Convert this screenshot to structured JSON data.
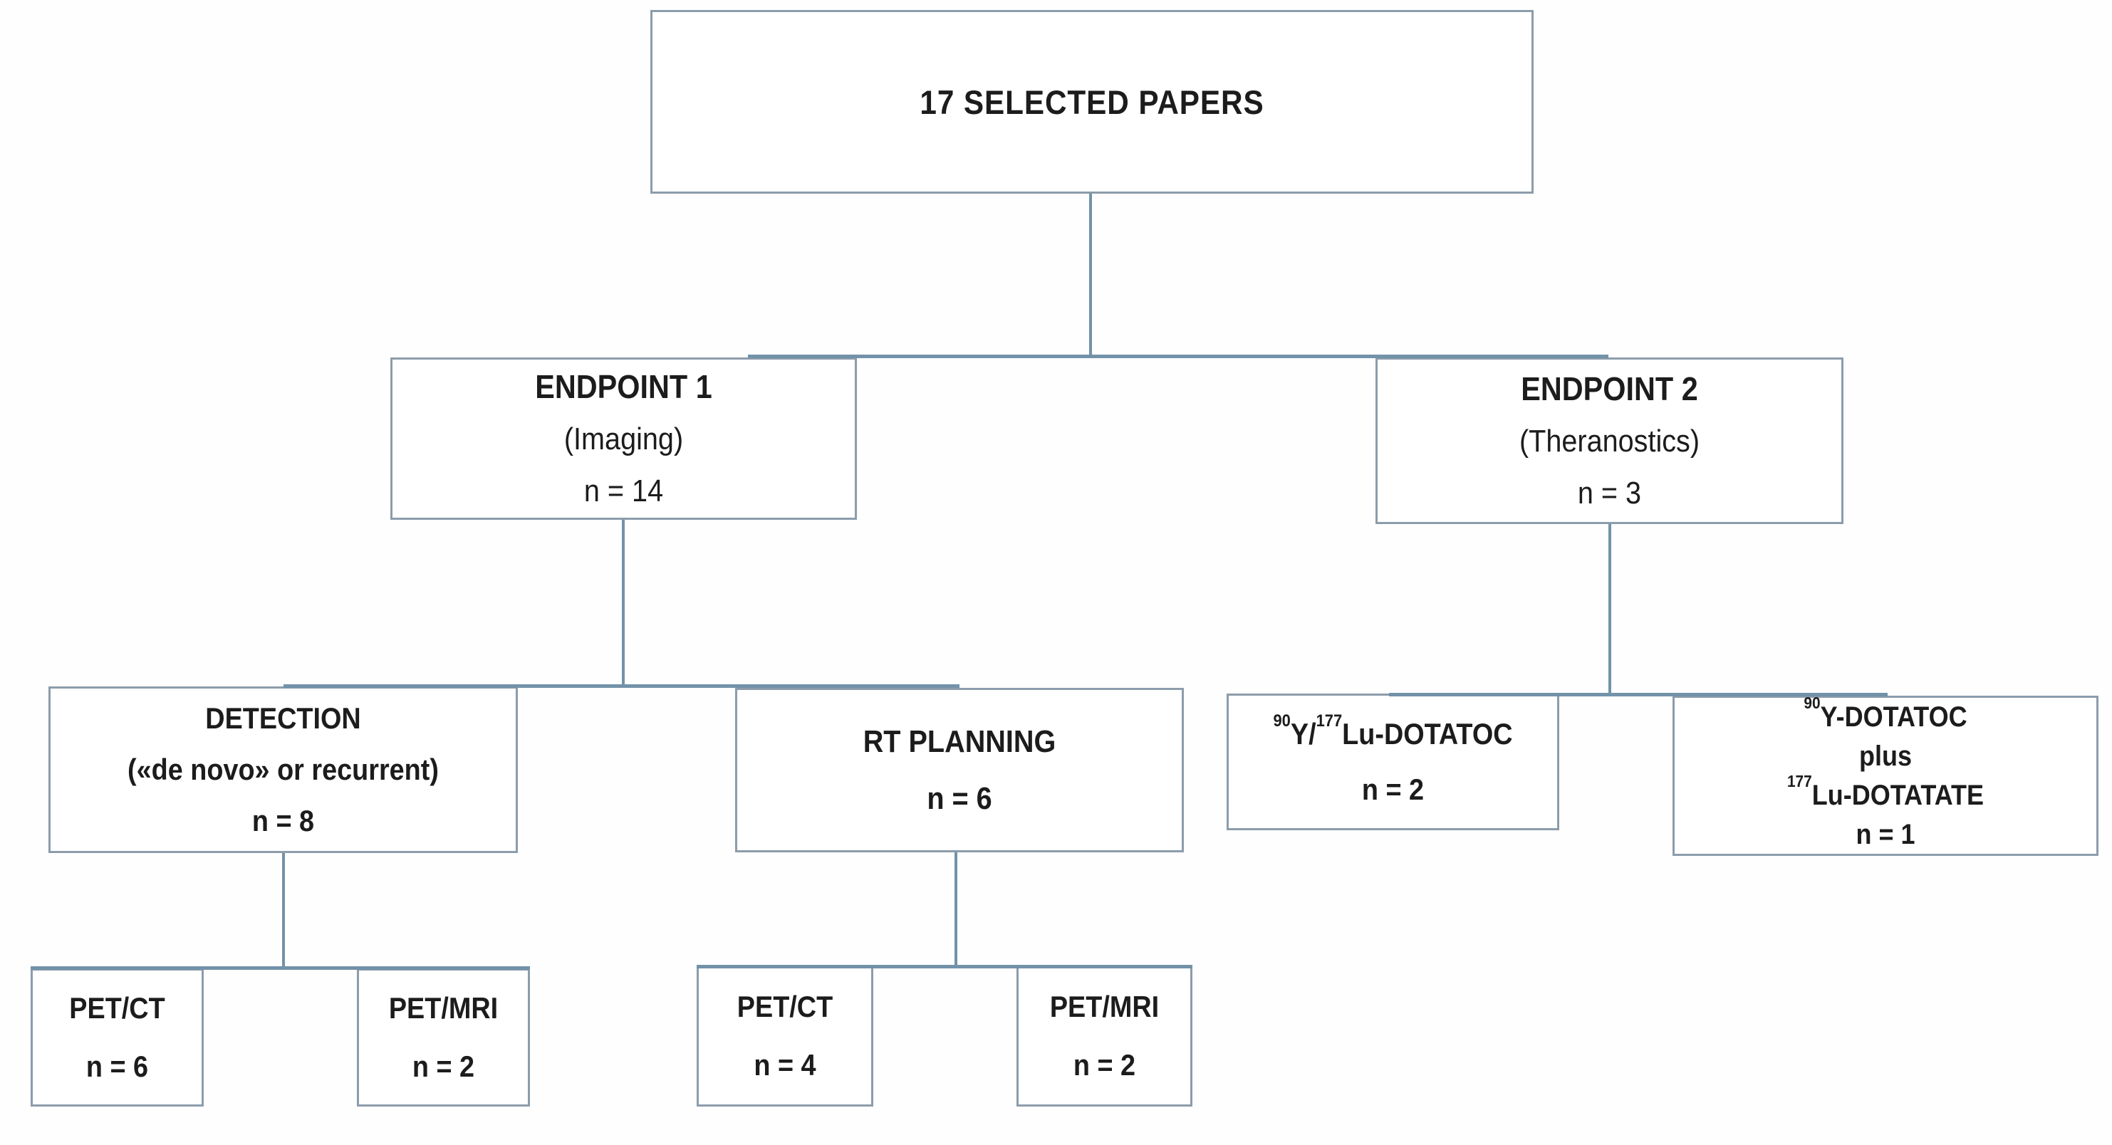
{
  "theme": {
    "connector_color": "#7292a9",
    "box_border_color": "#8c9cab",
    "text_color": "#1c1c1c",
    "background_color": "#fefefe"
  },
  "nodes": {
    "selected_papers": {
      "label": "17 SELECTED PAPERS"
    },
    "endpoint1": {
      "lines": [
        "ENDPOINT 1",
        "(Imaging)",
        "n = 14"
      ]
    },
    "endpoint2": {
      "lines": [
        "ENDPOINT 2",
        "(Theranostics)",
        "n = 3"
      ]
    },
    "detection": {
      "lines": [
        "DETECTION",
        "(«de novo» or recurrent)",
        "n = 8"
      ]
    },
    "rt_planning": {
      "lines": [
        "RT PLANNING",
        "n = 6"
      ]
    },
    "thera_mono": {
      "isotope1": "90",
      "segment1": "Y/",
      "isotope2": "177",
      "segment2": "Lu-DOTATOC",
      "count": "n = 2"
    },
    "thera_combo": {
      "isotope1": "90",
      "segment1": "Y-DOTATOC",
      "connector_word": "plus",
      "isotope2": "177",
      "segment2": "Lu-DOTATATE",
      "count": "n = 1"
    },
    "det_petct": {
      "lines": [
        "PET/CT",
        "n = 6"
      ]
    },
    "det_petmri": {
      "lines": [
        "PET/MRI",
        "n = 2"
      ]
    },
    "rt_petct": {
      "lines": [
        "PET/CT",
        "n = 4"
      ]
    },
    "rt_petmri": {
      "lines": [
        "PET/MRI",
        "n = 2"
      ]
    }
  },
  "edges": [
    {
      "from": "selected_papers",
      "to": "endpoint1"
    },
    {
      "from": "selected_papers",
      "to": "endpoint2"
    },
    {
      "from": "endpoint1",
      "to": "detection"
    },
    {
      "from": "endpoint1",
      "to": "rt_planning"
    },
    {
      "from": "endpoint2",
      "to": "thera_mono"
    },
    {
      "from": "endpoint2",
      "to": "thera_combo"
    },
    {
      "from": "detection",
      "to": "det_petct"
    },
    {
      "from": "detection",
      "to": "det_petmri"
    },
    {
      "from": "rt_planning",
      "to": "rt_petct"
    },
    {
      "from": "rt_planning",
      "to": "rt_petmri"
    }
  ]
}
